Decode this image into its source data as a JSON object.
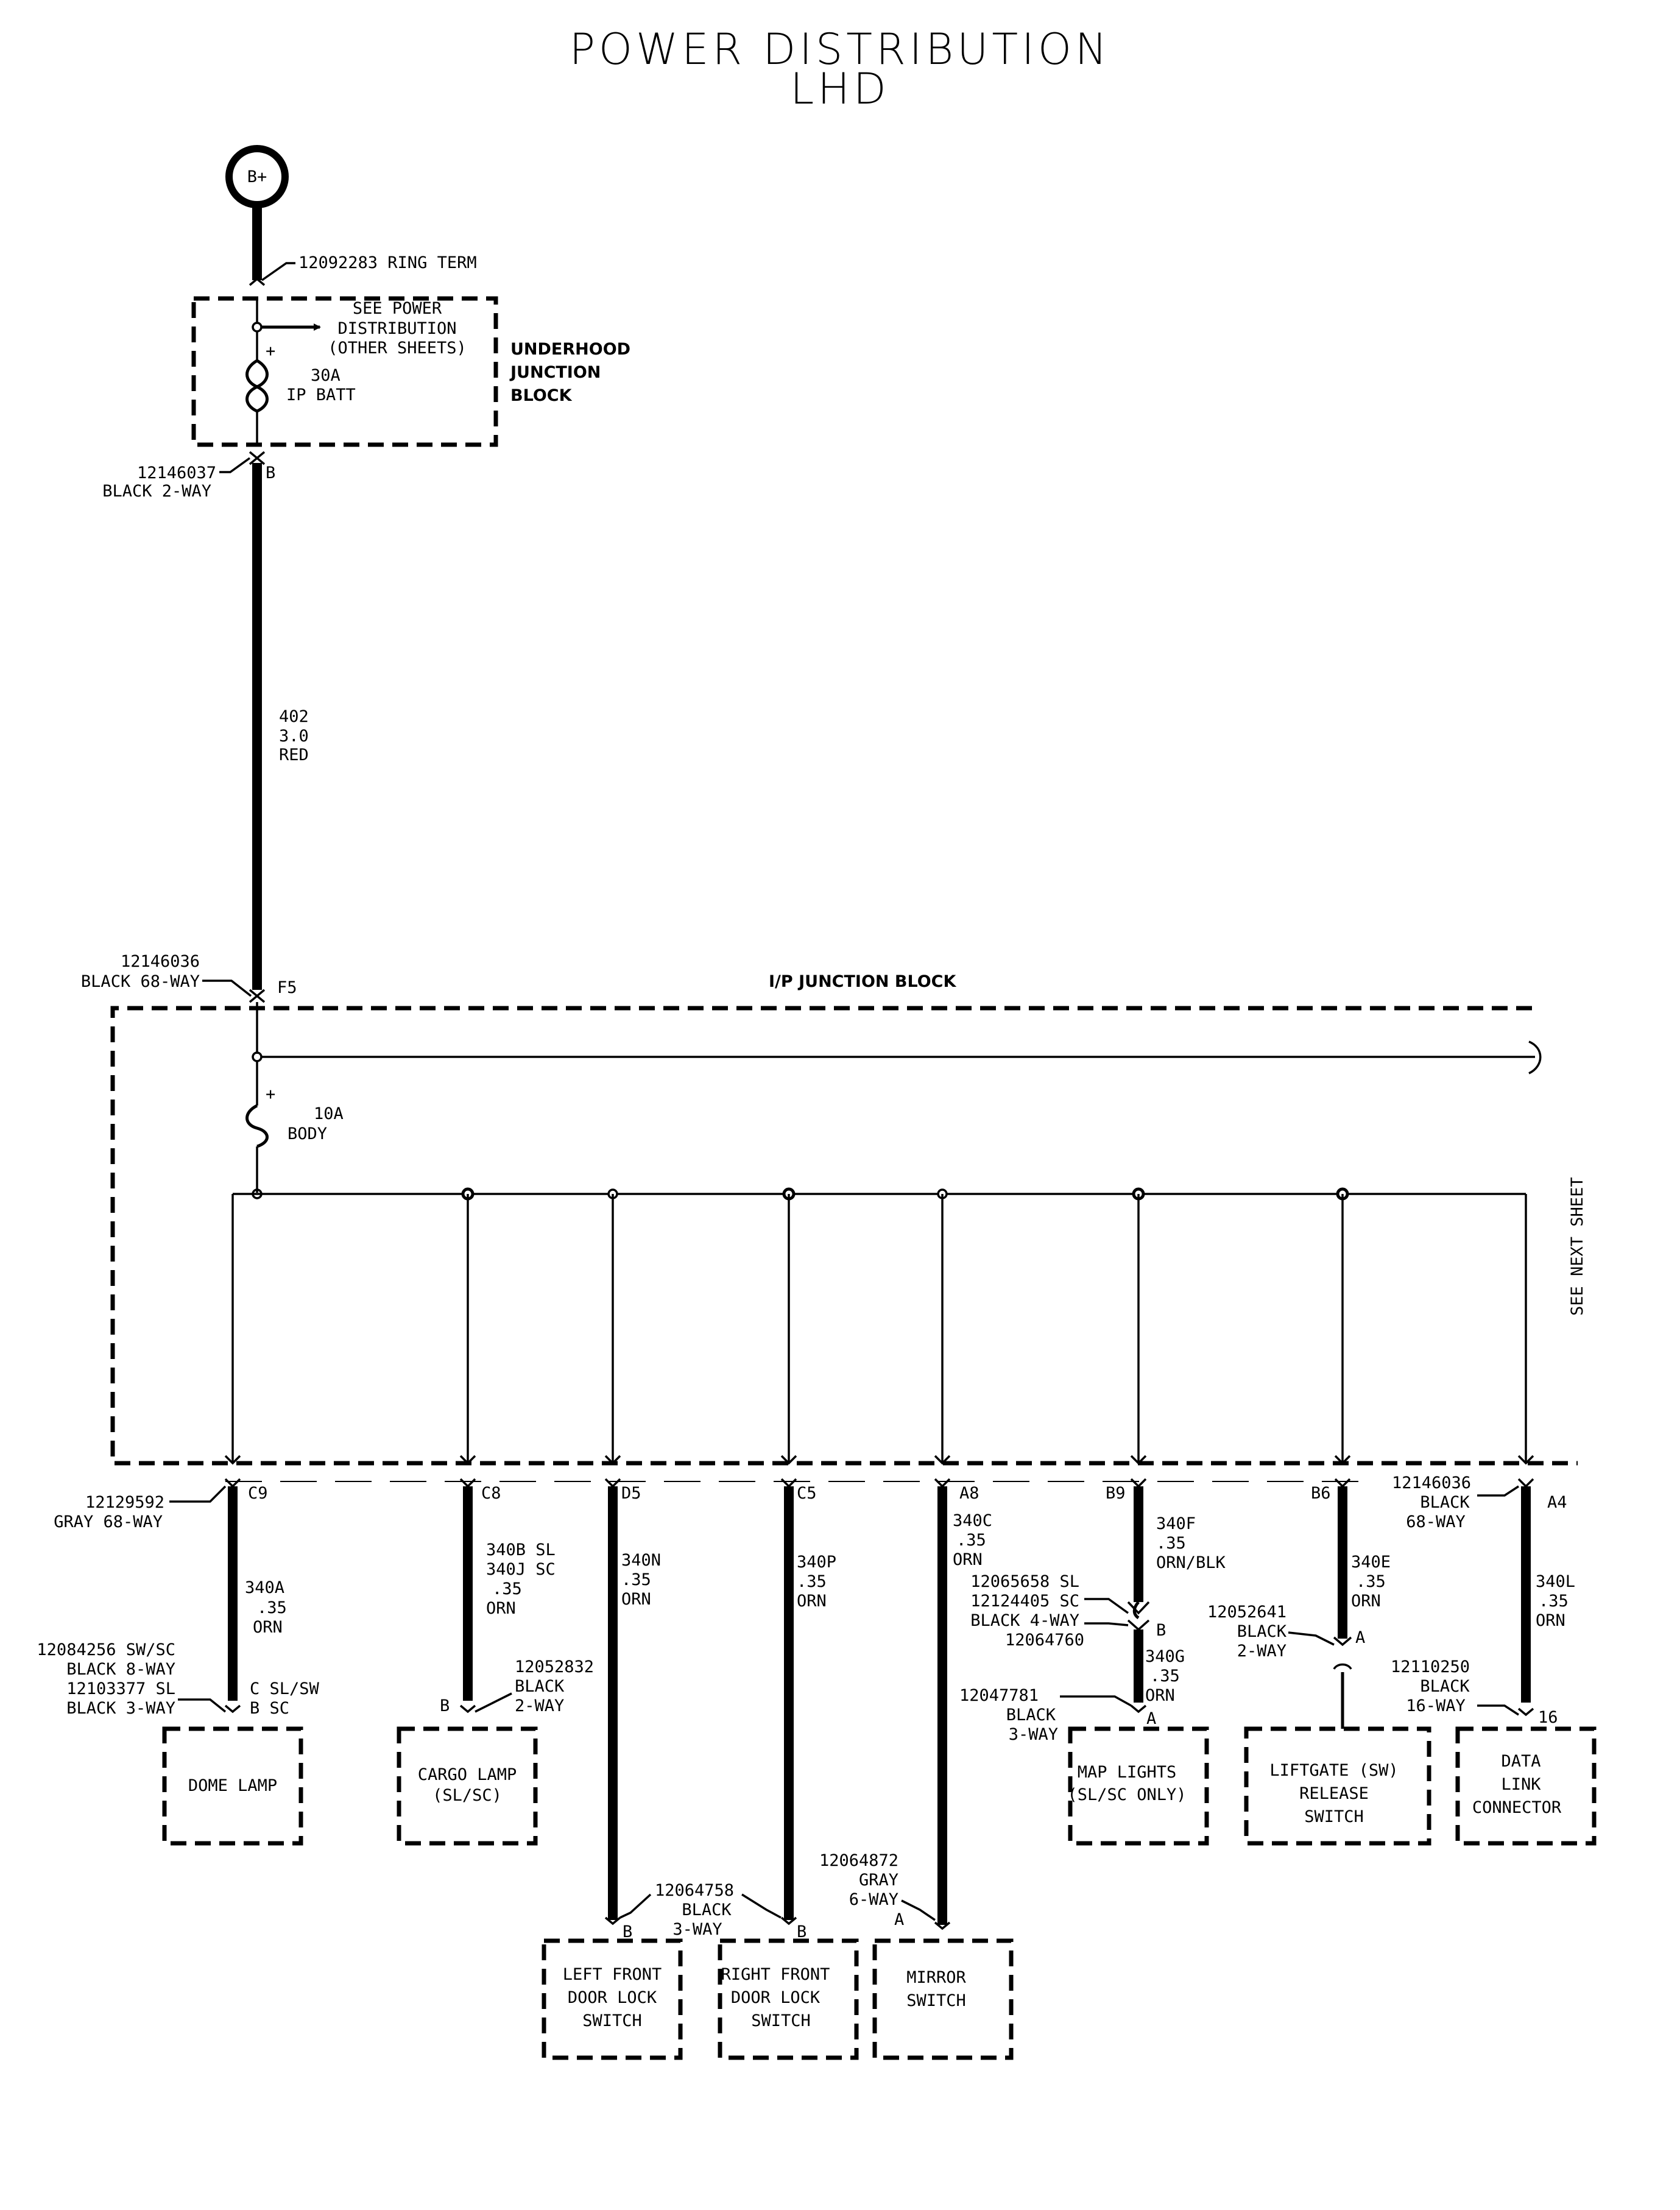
{
  "title": {
    "line1": "POWER DISTRIBUTION",
    "line2": "LHD"
  },
  "source": {
    "label": "B+",
    "terminal": "12092283  RING TERM"
  },
  "underhood": {
    "block_name": [
      "UNDERHOOD",
      "JUNCTION",
      "BLOCK"
    ],
    "see_other": [
      "SEE POWER",
      "DISTRIBUTION",
      "(OTHER SHEETS)"
    ],
    "fuse": [
      "30A",
      "IP BATT"
    ],
    "plus": "+",
    "out_conn": [
      "12146037",
      "BLACK 2-WAY"
    ],
    "out_pin": "B"
  },
  "main_wire": {
    "circuit": "402",
    "gauge": "3.0",
    "color": "RED"
  },
  "ip_block": {
    "name": "I/P JUNCTION BLOCK",
    "in_conn": [
      "12146036",
      "BLACK 68-WAY"
    ],
    "in_pin": "F5",
    "fuse": [
      "10A",
      "BODY"
    ],
    "plus": "+",
    "see_next": "SEE NEXT SHEET"
  },
  "branches": {
    "dome": {
      "pin": "C9",
      "conn": [
        "12129592",
        "GRAY 68-WAY"
      ],
      "wire": [
        "340A",
        ".35",
        "ORN"
      ],
      "load_conn": [
        "12084256 SW/SC",
        "BLACK 8-WAY",
        "12103377 SL",
        "BLACK 3-WAY"
      ],
      "load_pins": [
        "C SL/SW",
        "B  SC"
      ],
      "load": [
        "DOME LAMP"
      ]
    },
    "cargo": {
      "pin": "C8",
      "wire": [
        "340B SL",
        "340J SC",
        ".35",
        "ORN"
      ],
      "load_conn": [
        "12052832",
        "BLACK",
        "2-WAY"
      ],
      "load_pin": "B",
      "load": [
        "CARGO LAMP",
        "(SL/SC)"
      ]
    },
    "lf_door": {
      "pin": "D5",
      "wire": [
        "340N",
        ".35",
        "ORN"
      ],
      "load_pin": "B",
      "load": [
        "LEFT FRONT",
        "DOOR LOCK",
        "SWITCH"
      ]
    },
    "rf_door": {
      "pin": "C5",
      "wire": [
        "340P",
        ".35",
        "ORN"
      ],
      "load_pin": "B",
      "load": [
        "RIGHT FRONT",
        "DOOR LOCK",
        "SWITCH"
      ]
    },
    "door_conn": [
      "12064758",
      "BLACK",
      "3-WAY"
    ],
    "mirror": {
      "pin": "A8",
      "wire": [
        "340C",
        ".35",
        "ORN"
      ],
      "load_conn": [
        "12064872",
        "GRAY",
        "6-WAY"
      ],
      "load_pin": "A",
      "load": [
        "MIRROR",
        "SWITCH"
      ]
    },
    "map": {
      "pin": "B9",
      "wire": [
        "340F",
        ".35",
        "ORN/BLK"
      ],
      "inline_conn": [
        "12065658 SL",
        "12124405 SC",
        "BLACK 4-WAY",
        "12064760"
      ],
      "inline_pin": "B",
      "wire2": [
        "340G",
        ".35",
        "ORN"
      ],
      "load_conn": [
        "12047781",
        "BLACK",
        "3-WAY"
      ],
      "load_pin": "A",
      "load": [
        "MAP LIGHTS",
        "(SL/SC ONLY)"
      ]
    },
    "liftgate": {
      "pin": "B6",
      "wire": [
        "340E",
        ".35",
        "ORN"
      ],
      "inline_conn": [
        "12052641",
        "BLACK",
        "2-WAY"
      ],
      "inline_pin": "A",
      "load": [
        "LIFTGATE (SW)",
        "RELEASE",
        "SWITCH"
      ]
    },
    "dlc": {
      "pin": "A4",
      "conn": [
        "12146036",
        "BLACK",
        "68-WAY"
      ],
      "wire": [
        "340L",
        ".35",
        "ORN"
      ],
      "load_conn": [
        "12110250",
        "BLACK",
        "16-WAY"
      ],
      "load_pin": "16",
      "load": [
        "DATA",
        "LINK",
        "CONNECTOR"
      ]
    }
  }
}
